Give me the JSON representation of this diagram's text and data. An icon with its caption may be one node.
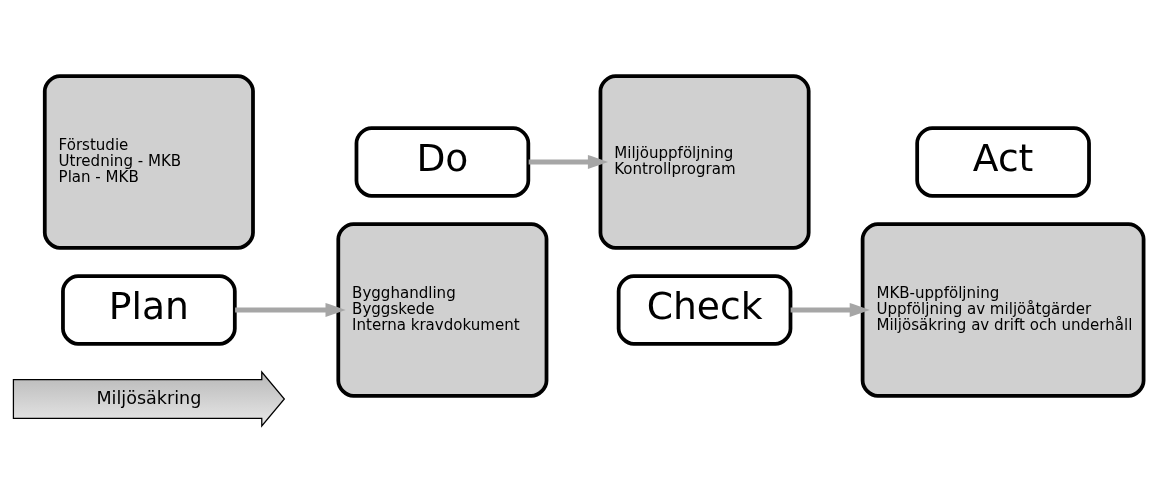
{
  "diagram": {
    "nodes": [
      {
        "text": [
          "Förstudie",
          "Utredning - MKB",
          "Plan - MKB"
        ]
      },
      {
        "text": [
          "Plan"
        ]
      },
      {
        "text": [
          "Bygghandling",
          "Byggskede",
          "Interna kravdokument"
        ]
      },
      {
        "text": [
          "Do"
        ]
      },
      {
        "text": [
          "Miljöuppföljning",
          "Kontrollprogram"
        ]
      },
      {
        "text": [
          "Check"
        ]
      },
      {
        "text": [
          "MKB-uppföljning",
          "Uppföljning av miljöåtgärder",
          "Miljösäkring av drift och underhåll"
        ]
      },
      {
        "text": [
          "Act"
        ]
      },
      {
        "text": [
          "Miljösäkring"
        ]
      }
    ],
    "edges": [
      {
        "from": 1,
        "to": 2,
        "arrow": "to"
      },
      {
        "from": 3,
        "to": 4,
        "arrow": "to"
      },
      {
        "from": 5,
        "to": 6,
        "arrow": "to"
      }
    ]
  }
}
